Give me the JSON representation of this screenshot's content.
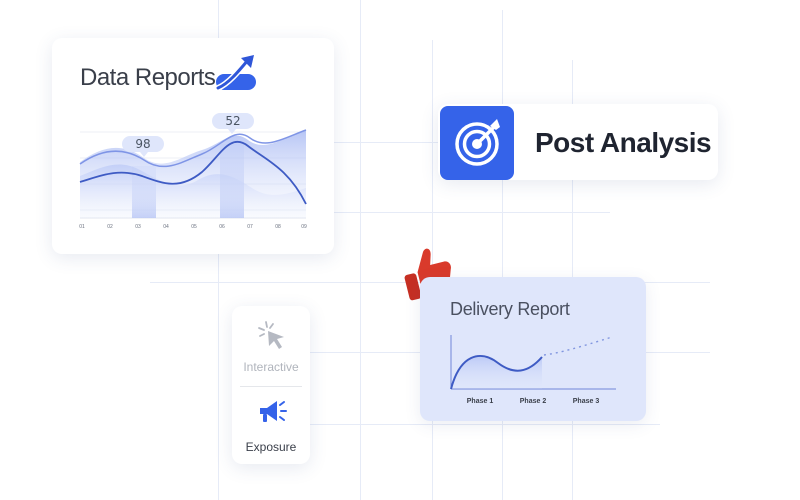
{
  "data_reports": {
    "title": "Data Reports",
    "callouts": [
      "98",
      "52"
    ],
    "months": [
      "01",
      "02",
      "03",
      "04",
      "05",
      "06",
      "07",
      "08",
      "09"
    ]
  },
  "post_analysis": {
    "title": "Post Analysis",
    "icon": "target-icon"
  },
  "delivery_report": {
    "title": "Delivery Report",
    "phases": [
      "Phase 1",
      "Phase 2",
      "Phase 3"
    ]
  },
  "actions": {
    "interactive_label": "Interactive",
    "interactive_icon": "cursor-click-icon",
    "exposure_label": "Exposure",
    "exposure_icon": "megaphone-icon"
  },
  "colors": {
    "accent": "#3563e9",
    "thumb": "#d93a2b",
    "delivery_bg": "#dfe6fb",
    "line_dark": "#3e5bc4"
  }
}
